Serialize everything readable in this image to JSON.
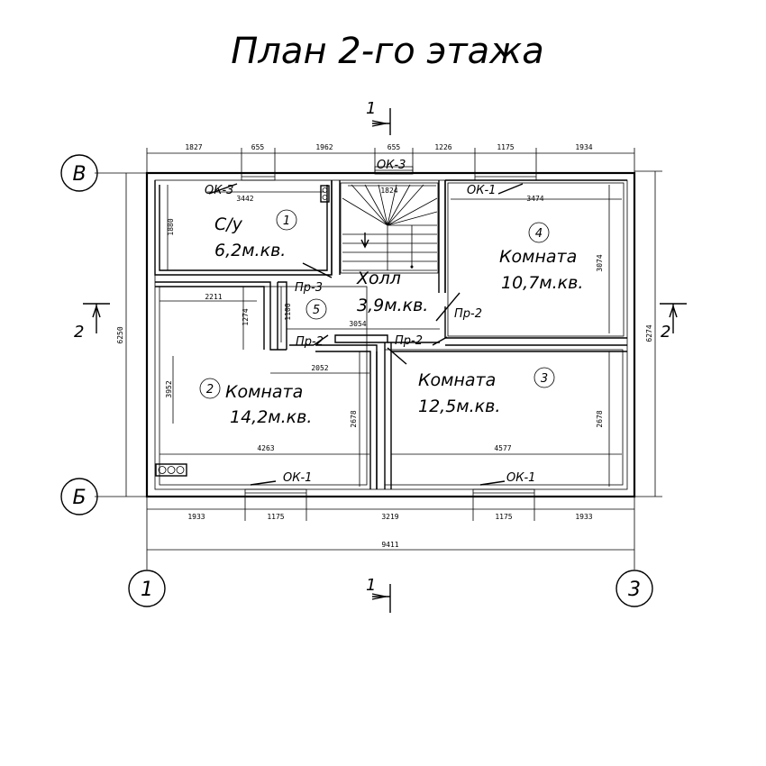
{
  "title": "План 2-го этажа",
  "axes": {
    "top_left": "В",
    "bottom_left": "Б",
    "left_bottom": "1",
    "right_bottom": "3"
  },
  "sections": {
    "top": "1",
    "bottom": "1",
    "left": "2",
    "right": "2"
  },
  "rooms": [
    {
      "name": "С/у",
      "number": "1",
      "area": "6,2м.кв."
    },
    {
      "name": "Комната",
      "number": "2",
      "area": "14,2м.кв."
    },
    {
      "name": "Комната",
      "number": "3",
      "area": "12,5м.кв."
    },
    {
      "name": "Комната",
      "number": "4",
      "area": "10,7м.кв."
    },
    {
      "name": "Холл",
      "number": "5",
      "area": "3,9м.кв."
    }
  ],
  "openings": {
    "ok3_left": "ОК-3",
    "ok3_top": "ОК-3",
    "ok1_top_right": "ОК-1",
    "ok1_bottom_left": "ОК-1",
    "ok1_bottom_right": "ОК-1",
    "pr3": "Пр-3",
    "pr2_right": "Пр-2",
    "pr2_left": "Пр-2",
    "pr2_center": "Пр-2"
  },
  "dimensions": {
    "top": [
      "1827",
      "655",
      "1962",
      "655",
      "1226",
      "1175",
      "1934"
    ],
    "bottom": [
      "1933",
      "1175",
      "3219",
      "1175",
      "1933"
    ],
    "overall_width": "9411",
    "left_overall": "6250",
    "right_overall": "6274",
    "inner": {
      "wc_width": "3442",
      "stair_width": "1824",
      "room4_width": "3474",
      "wc_height": "1880",
      "room4_height": "3074",
      "room2_top": "2211",
      "room2_notch_h": "1274",
      "hall_h": "1100",
      "hall_w": "3054",
      "room2_inner_w": "2052",
      "room2_height": "3952",
      "room2_width": "4263",
      "room2_right_h": "2678",
      "room3_width": "4577",
      "room3_height": "2678"
    }
  }
}
